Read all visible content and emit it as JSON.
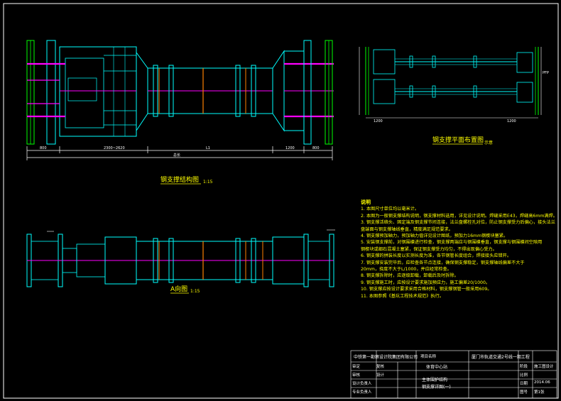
{
  "titles": {
    "main": "钢支撑结构图",
    "main_scale": "1:15",
    "plan": "钢支撑平面布置图",
    "plan_suffix": "示意",
    "adir": "A向图",
    "adir_scale": "1:15"
  },
  "dims": {
    "main": [
      "800",
      "2300~2620",
      "L1",
      "1200",
      "800"
    ],
    "total": "总长",
    "plan": [
      "1200",
      "1200"
    ],
    "side_label": "PFP"
  },
  "notes": {
    "heading": "说明",
    "lines": [
      "1. 本图尺寸单位均以毫米计。",
      "2. 本图为一般钢支撑结构说明，钢支撑材料选用，详见设计说明。焊缝采用E43，焊缝高6mm满焊。",
      "3. 钢支撑活络头、固定端及钢支撑节间连接，法兰盘螺栓孔对位，防止钢支撑受力后偏心，接头法兰",
      "   盘端面与钢支撑轴线垂直，精度满足规范要求。",
      "4. 钢支撑预加轴力，预加轴力值详见设计图纸，预加力16mm钢楔块塞紧。",
      "5. 安装钢支撑前，对钢围檩进行检查，钢支撑两端应与钢围檩垂直，钢支撑与钢围檩间空隙用",
      "   钢楔块或细石混凝土塞紧，保证钢支撑受力均匀，不得出现偏心受力。",
      "6. 钢支撑的拼装长度以实测长度为准，各节钢管长度组合，焊接接头应错开。",
      "7. 钢支撑安装完毕后，应检查各节点连接，确保钢支撑稳定，钢支撑轴线偏差不大于",
      "   20mm，挠度不大于L/1000，并应经常检查。",
      "8. 钢支撑拆除时，应逐级卸载，卸载后及时拆除。",
      "9. 钢支撑施工时，应按设计要求施加预应力，施工偏差20/1000。",
      "10. 钢支撑应按设计要求采用合格材料，钢支撑钢管一般采用609。",
      "11. 本图参照《基坑工程技术规范》执行。"
    ]
  },
  "title_block": {
    "company": "中铁第一勘察设计院集团有限公司",
    "project_name_label": "项目名称",
    "project_name": "厦门市轨道交通2号线一期工程",
    "section": "体育中心站",
    "drawing_title_1": "主体围护结构",
    "drawing_title_2": "钢支撑详图(一)",
    "stage_label": "阶段",
    "stage": "施工图设计",
    "scale_label": "比例",
    "date_label": "日期",
    "date": "2014.06",
    "sheet_label": "图号",
    "sheet": "第1张",
    "rows": [
      "审定",
      "审核",
      "设计负责人",
      "专业负责人",
      "复核",
      "设计"
    ]
  },
  "colors": {
    "bg": "#000000",
    "cyan": "#00ffff",
    "magenta": "#ff00ff",
    "yellow": "#ffff00",
    "green": "#00ff00",
    "orange": "#ff8000",
    "white": "#ffffff",
    "red": "#ff0000"
  }
}
